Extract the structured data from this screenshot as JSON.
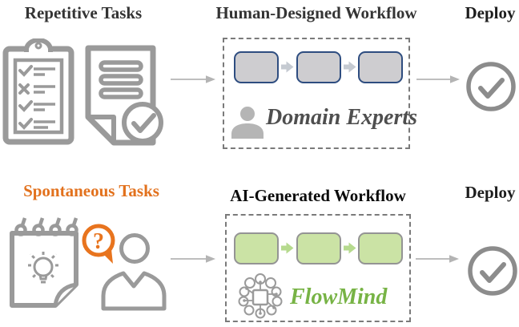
{
  "top_row": {
    "task_title": "Repetitive Tasks",
    "workflow_title": "Human-Designed Workflow",
    "deploy_title": "Deploy",
    "designer_label": "Domain Experts"
  },
  "bottom_row": {
    "task_title": "Spontaneous Tasks",
    "workflow_title": "AI-Generated Workflow",
    "deploy_title": "Deploy",
    "designer_label": "FlowMind",
    "question_mark": "?"
  },
  "colors": {
    "accent_orange": "#E2711D",
    "accent_green": "#77B345",
    "green_box_fill": "#CBE3A5",
    "green_box_border": "#949494",
    "gray_box_fill": "#CECDD0",
    "blue_box_border": "#2E4D80",
    "icon_gray": "#9A9A9A",
    "arrow_gray": "#B4B4B4",
    "step_arrow_gray": "#C5CAD1",
    "step_arrow_green": "#B6DA8E",
    "dashed_border": "#7A7A7A"
  },
  "icons": {
    "top": [
      "checklist-clipboard-icon",
      "document-approved-icon",
      "user-filled-icon",
      "check-circle-icon"
    ],
    "bottom": [
      "notepad-idea-icon",
      "question-bubble-icon",
      "user-outline-icon",
      "ai-brain-chip-icon",
      "check-circle-icon"
    ]
  }
}
